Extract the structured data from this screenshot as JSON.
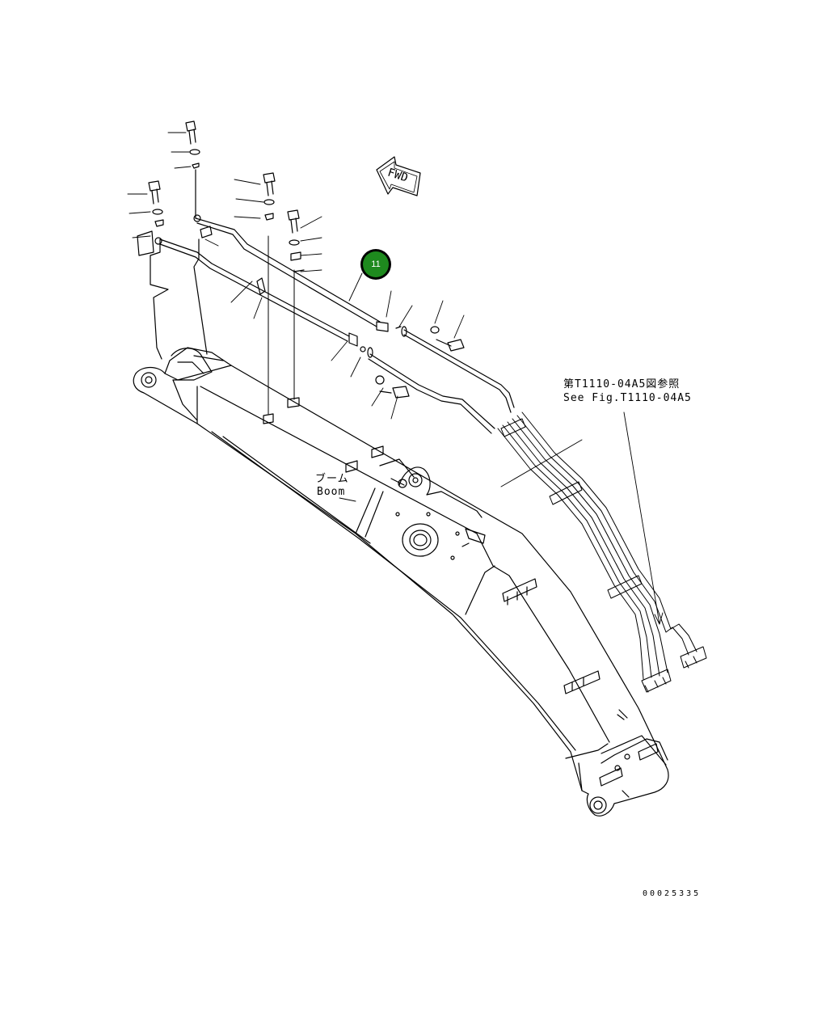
{
  "diagram": {
    "callout_number": "11",
    "fwd_label": "FWD",
    "reference_jp": "第T1110-04A5図参照",
    "reference_en": "See Fig.T1110-04A5",
    "boom_label_jp": "ブーム",
    "boom_label_en": "Boom",
    "drawing_number": "00025335"
  },
  "colors": {
    "callout_fill": "#1e8a1e",
    "callout_ring": "#000000",
    "line": "#000000"
  }
}
